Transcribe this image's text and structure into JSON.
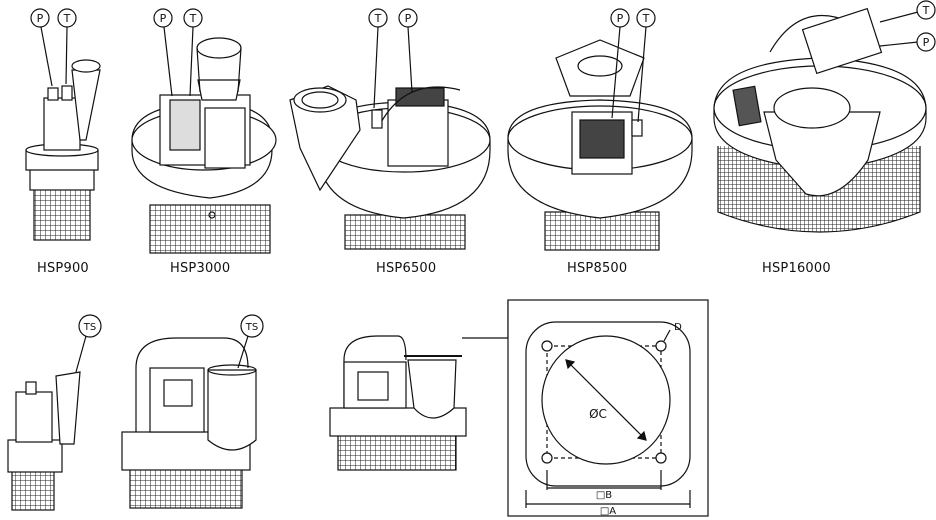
{
  "callouts": {
    "pressure": "P",
    "tank": "T",
    "tank_side": "TS",
    "bolt_hole": "D"
  },
  "models": [
    {
      "name": "HSP900"
    },
    {
      "name": "HSP3000"
    },
    {
      "name": "HSP6500"
    },
    {
      "name": "HSP8500"
    },
    {
      "name": "HSP16000"
    }
  ],
  "flange_detail": {
    "diameter_label": "ØC",
    "inner_square_label": "□B",
    "outer_square_label": "□A"
  }
}
